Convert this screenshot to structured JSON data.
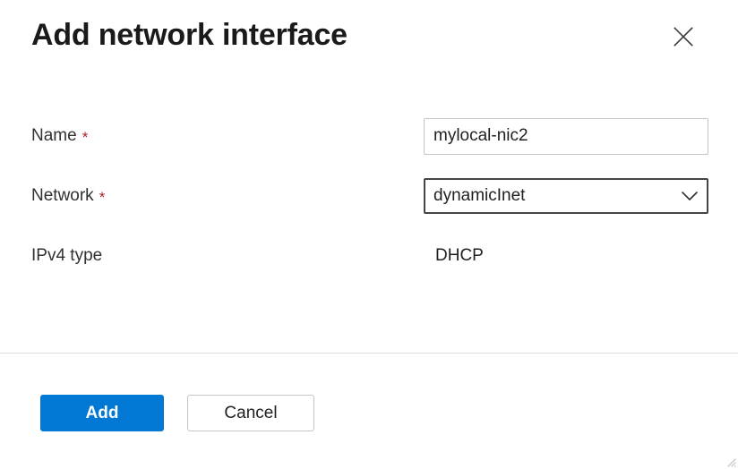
{
  "panel": {
    "title": "Add network interface",
    "close_icon": "close-icon"
  },
  "form": {
    "fields": [
      {
        "label": "Name",
        "required_mark": "*",
        "type": "text",
        "value": "mylocal-nic2",
        "placeholder": ""
      },
      {
        "label": "Network",
        "required_mark": "*",
        "type": "dropdown",
        "value": "dynamicInet",
        "caret_icon": "chevron-down-icon"
      },
      {
        "label": "IPv4 type",
        "required_mark": "",
        "type": "static",
        "value": "DHCP"
      }
    ]
  },
  "footer": {
    "primary_label": "Add",
    "secondary_label": "Cancel"
  },
  "colors": {
    "accent": "#0078d4",
    "required": "#a4262c",
    "text": "#201f1e",
    "title": "#1b1a19",
    "border": "#c8c6c4",
    "focus_border": "#484644",
    "divider": "#e1dfdd"
  }
}
